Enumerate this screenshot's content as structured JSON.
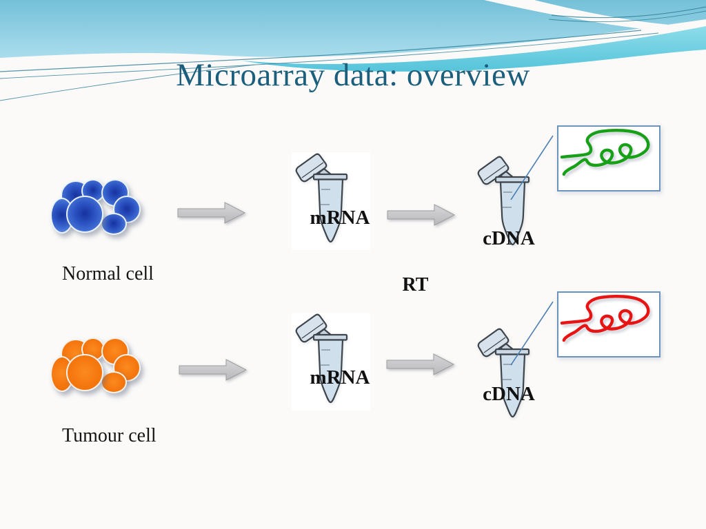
{
  "slide": {
    "title": "Microarray data: overview",
    "rt_label": "RT",
    "rows": [
      {
        "cell_label": "Normal cell",
        "cell_type": "normal",
        "cell_color": "#2a50c0",
        "mrna_label": "mRNA",
        "cdna_label": "cDNA",
        "strand_color": "#18a018"
      },
      {
        "cell_label": "Tumour cell",
        "cell_type": "tumour",
        "cell_color": "#f5780f",
        "mrna_label": "mRNA",
        "cdna_label": "cDNA",
        "strand_color": "#e81414"
      }
    ],
    "icons": {
      "cell_cluster": "overlapping-cell-circles",
      "tube": "microcentrifuge-tube",
      "arrow": "block-arrow-right",
      "strand": "tangled-dna-strand"
    },
    "colors": {
      "title": "#1c5f7d",
      "header_blue": "#74c0d8",
      "header_cyan": "#56c4da",
      "arrow_gray": "#c6c6c8",
      "strand_box_border": "#6b93bd",
      "background": "#fbfaf9"
    }
  }
}
